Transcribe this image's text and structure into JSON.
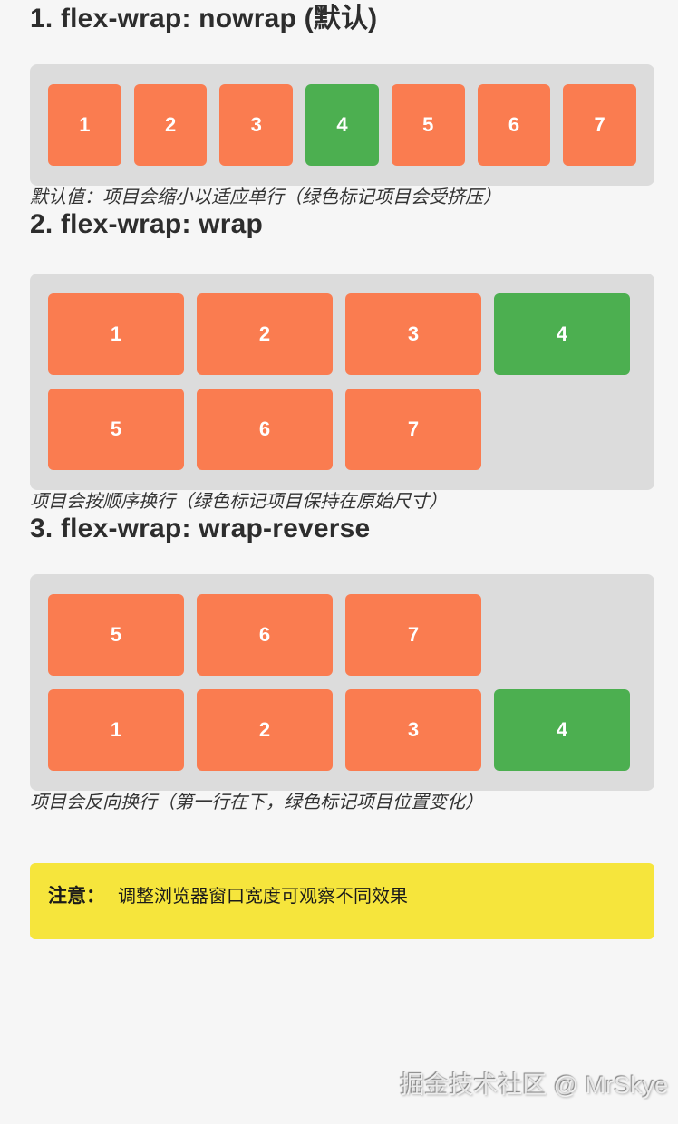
{
  "colors": {
    "page_bg": "#f6f6f6",
    "container_bg": "#dcdcdc",
    "orange": "#fa7c50",
    "green": "#4caf50",
    "item_text": "#ffffff",
    "heading_text": "#2d2d2d",
    "caption_text": "#333333",
    "note_bg": "#f6e53c",
    "note_text": "#1a1a1a"
  },
  "sections": [
    {
      "title": "1. flex-wrap: nowrap (默认)",
      "wrap_mode": "nowrap",
      "rows": [
        [
          {
            "label": "1",
            "color": "orange"
          },
          {
            "label": "2",
            "color": "orange"
          },
          {
            "label": "3",
            "color": "orange"
          },
          {
            "label": "4",
            "color": "green"
          },
          {
            "label": "5",
            "color": "orange"
          },
          {
            "label": "6",
            "color": "orange"
          },
          {
            "label": "7",
            "color": "orange"
          }
        ]
      ],
      "caption": "默认值：项目会缩小以适应单行（绿色标记项目会受挤压）"
    },
    {
      "title": "2. flex-wrap: wrap",
      "wrap_mode": "wrap",
      "rows": [
        [
          {
            "label": "1",
            "color": "orange"
          },
          {
            "label": "2",
            "color": "orange"
          },
          {
            "label": "3",
            "color": "orange"
          },
          {
            "label": "4",
            "color": "green"
          }
        ],
        [
          {
            "label": "5",
            "color": "orange"
          },
          {
            "label": "6",
            "color": "orange"
          },
          {
            "label": "7",
            "color": "orange"
          }
        ]
      ],
      "caption": "项目会按顺序换行（绿色标记项目保持在原始尺寸）"
    },
    {
      "title": "3. flex-wrap: wrap-reverse",
      "wrap_mode": "wrap-reverse",
      "rows": [
        [
          {
            "label": "5",
            "color": "orange"
          },
          {
            "label": "6",
            "color": "orange"
          },
          {
            "label": "7",
            "color": "orange"
          }
        ],
        [
          {
            "label": "1",
            "color": "orange"
          },
          {
            "label": "2",
            "color": "orange"
          },
          {
            "label": "3",
            "color": "orange"
          },
          {
            "label": "4",
            "color": "green"
          }
        ]
      ],
      "caption": "项目会反向换行（第一行在下，绿色标记项目位置变化）"
    }
  ],
  "note": {
    "label": "注意：",
    "text": "调整浏览器窗口宽度可观察不同效果"
  },
  "watermark": "掘金技术社区 @ MrSkye"
}
